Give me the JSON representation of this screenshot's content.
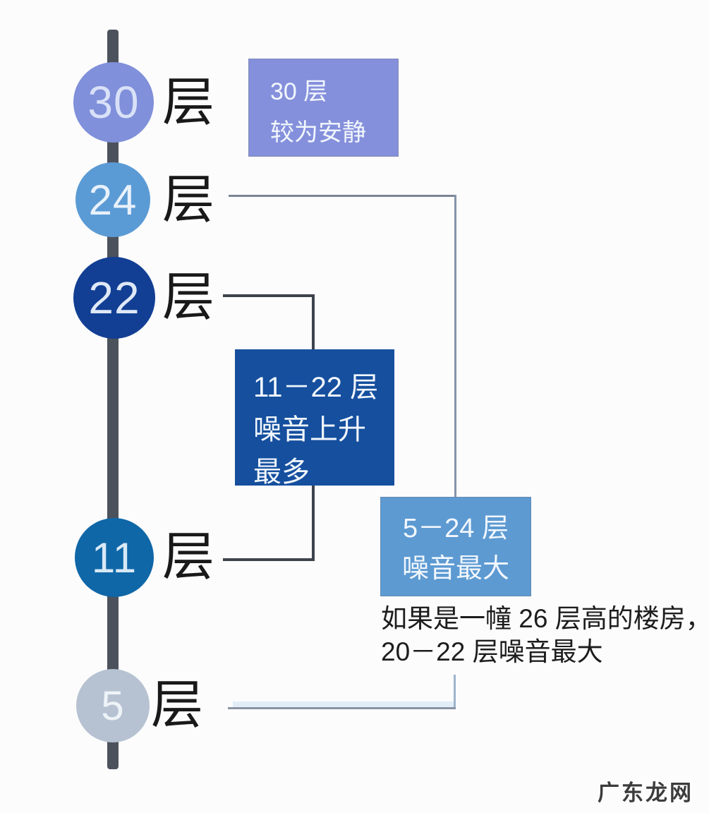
{
  "background_color": "#fcfcfd",
  "timeline": {
    "spine_color": "#4c525c",
    "floors": [
      {
        "number": "30",
        "suffix": "层",
        "circle_color": "#8090da",
        "digit_color": "#d9e1f8"
      },
      {
        "number": "24",
        "suffix": "层",
        "circle_color": "#5b9bd5",
        "digit_color": "#e8f1fb"
      },
      {
        "number": "22",
        "suffix": "层",
        "circle_color": "#123f94",
        "digit_color": "#dfe8f6"
      },
      {
        "number": "11",
        "suffix": "层",
        "circle_color": "#0f67a8",
        "digit_color": "#d8e9f6"
      },
      {
        "number": "5",
        "suffix": "层",
        "circle_color": "#b6c2d1",
        "digit_color": "#eef3f8"
      }
    ]
  },
  "callouts": {
    "quiet": {
      "bg": "#8590dc",
      "lines": [
        "30 层",
        "较为安静"
      ]
    },
    "rise": {
      "bg": "#154f9e",
      "lines": [
        "11－22 层",
        "噪音上升",
        "最多"
      ]
    },
    "loud": {
      "bg": "#5d9ad2",
      "lines": [
        "5－24 层",
        "噪音最大"
      ]
    }
  },
  "caption": {
    "lines": [
      "如果是一幢 26 层高的楼房，",
      "20－22 层噪音最大"
    ]
  },
  "connector_colors": {
    "dark": "#3e444d",
    "gray": "#7d8595",
    "blue_gray": "#8494aa"
  },
  "watermark": "广东龙网"
}
